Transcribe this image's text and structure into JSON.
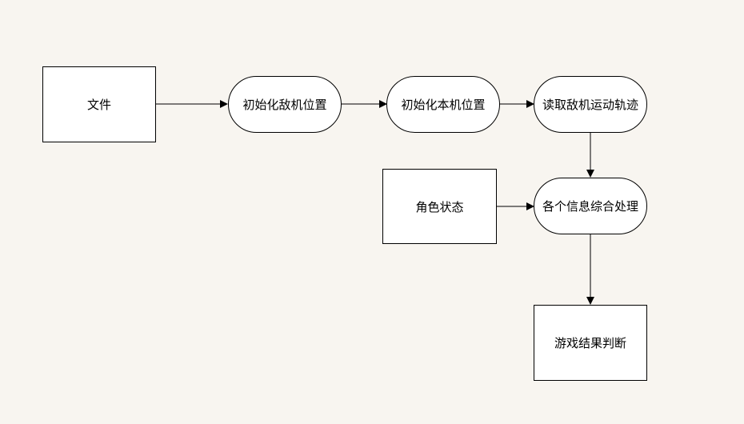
{
  "diagram": {
    "nodes": {
      "file": "文件",
      "init_enemy": "初始化敌机位置",
      "init_self": "初始化本机位置",
      "read_track": "读取敌机运动轨迹",
      "role_state": "角色状态",
      "combine": "各个信息综合处理",
      "judge": "游戏结果判断"
    }
  }
}
